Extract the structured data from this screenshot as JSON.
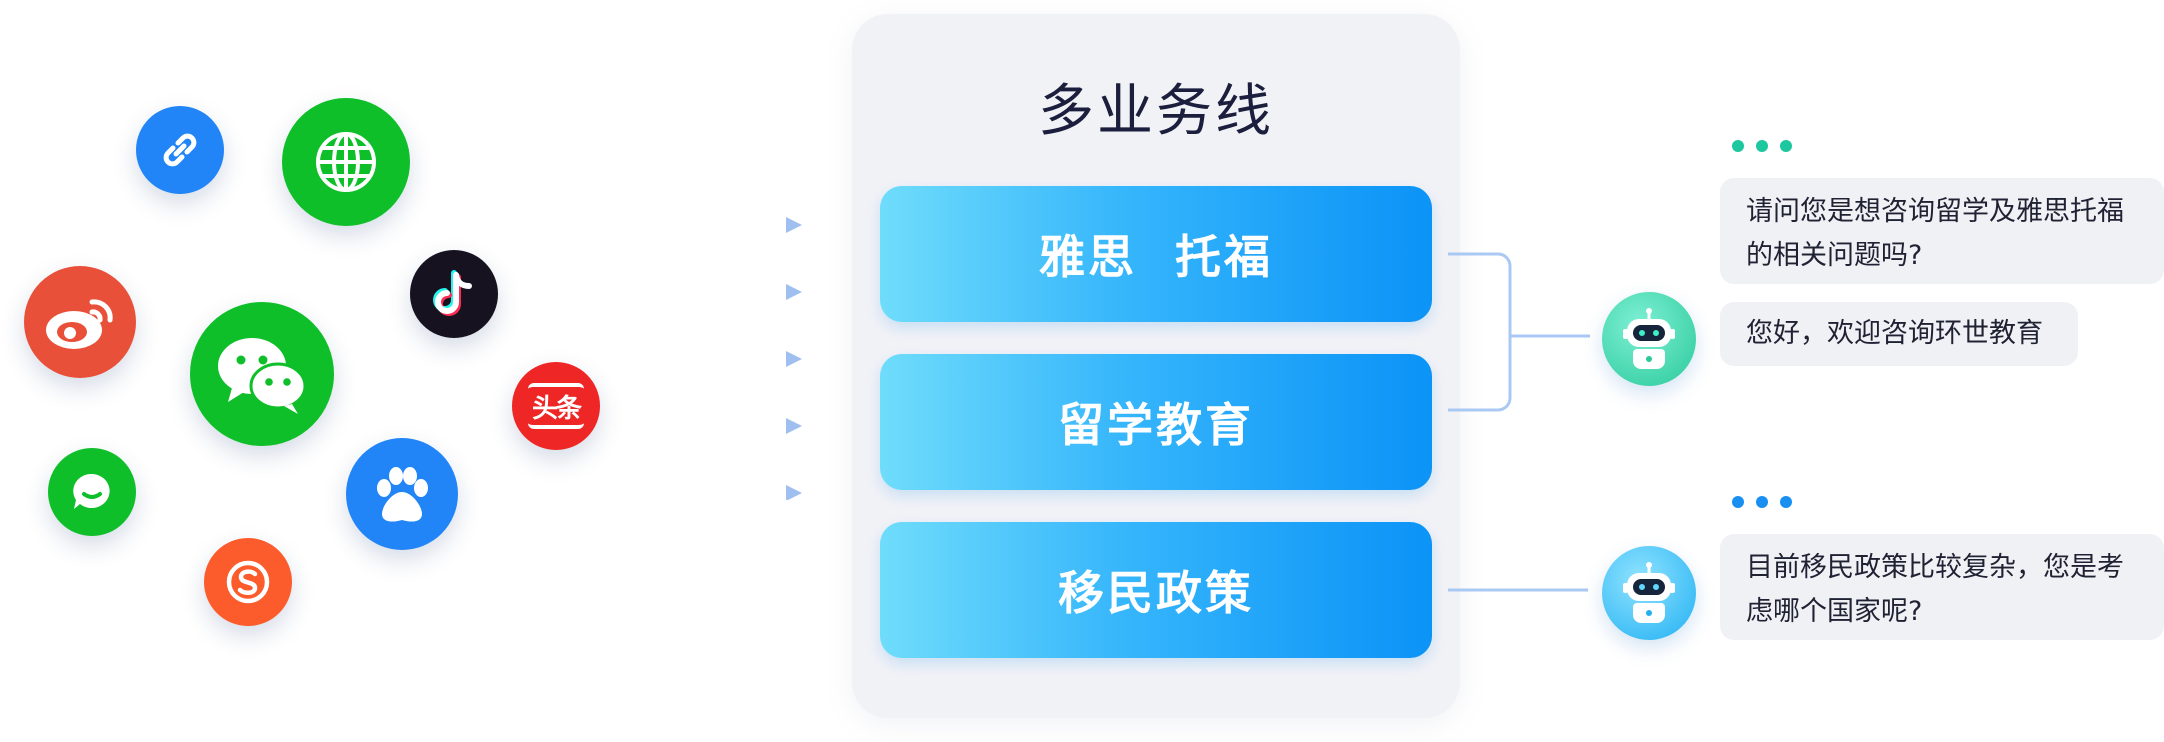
{
  "panel": {
    "title": "多业务线",
    "business_lines": [
      {
        "label": "雅思  托福"
      },
      {
        "label": "留学教育"
      },
      {
        "label": "移民政策"
      }
    ]
  },
  "channels": [
    {
      "icon": "link-icon",
      "color": "#2185f7"
    },
    {
      "icon": "globe-icon",
      "color": "#0fbf2a"
    },
    {
      "icon": "weibo-icon",
      "color": "#e8503a"
    },
    {
      "icon": "wechat-icon",
      "color": "#0fbf2a"
    },
    {
      "icon": "tiktok-icon",
      "color": "#16121f"
    },
    {
      "icon": "toutiao-icon",
      "color": "#ee2626",
      "label": "头条"
    },
    {
      "icon": "chat-bubble-icon",
      "color": "#0fbf2a"
    },
    {
      "icon": "baidu-paw-icon",
      "color": "#2185f7"
    },
    {
      "icon": "sogou-icon",
      "color": "#fc5b2c"
    }
  ],
  "chats": {
    "group1": {
      "question": "请问您是想咨询留学及雅思托福的相关问题吗?",
      "greeting": "您好，欢迎咨询环世教育",
      "dot_color": "#1dc8a0"
    },
    "group2": {
      "question": "目前移民政策比较复杂，您是考虑哪个国家呢?",
      "dot_color": "#1a8ff2"
    }
  },
  "colors": {
    "accent_gradient_start": "#6fdcfb",
    "accent_gradient_end": "#0b93f7",
    "connector": "#a9c8f3"
  }
}
